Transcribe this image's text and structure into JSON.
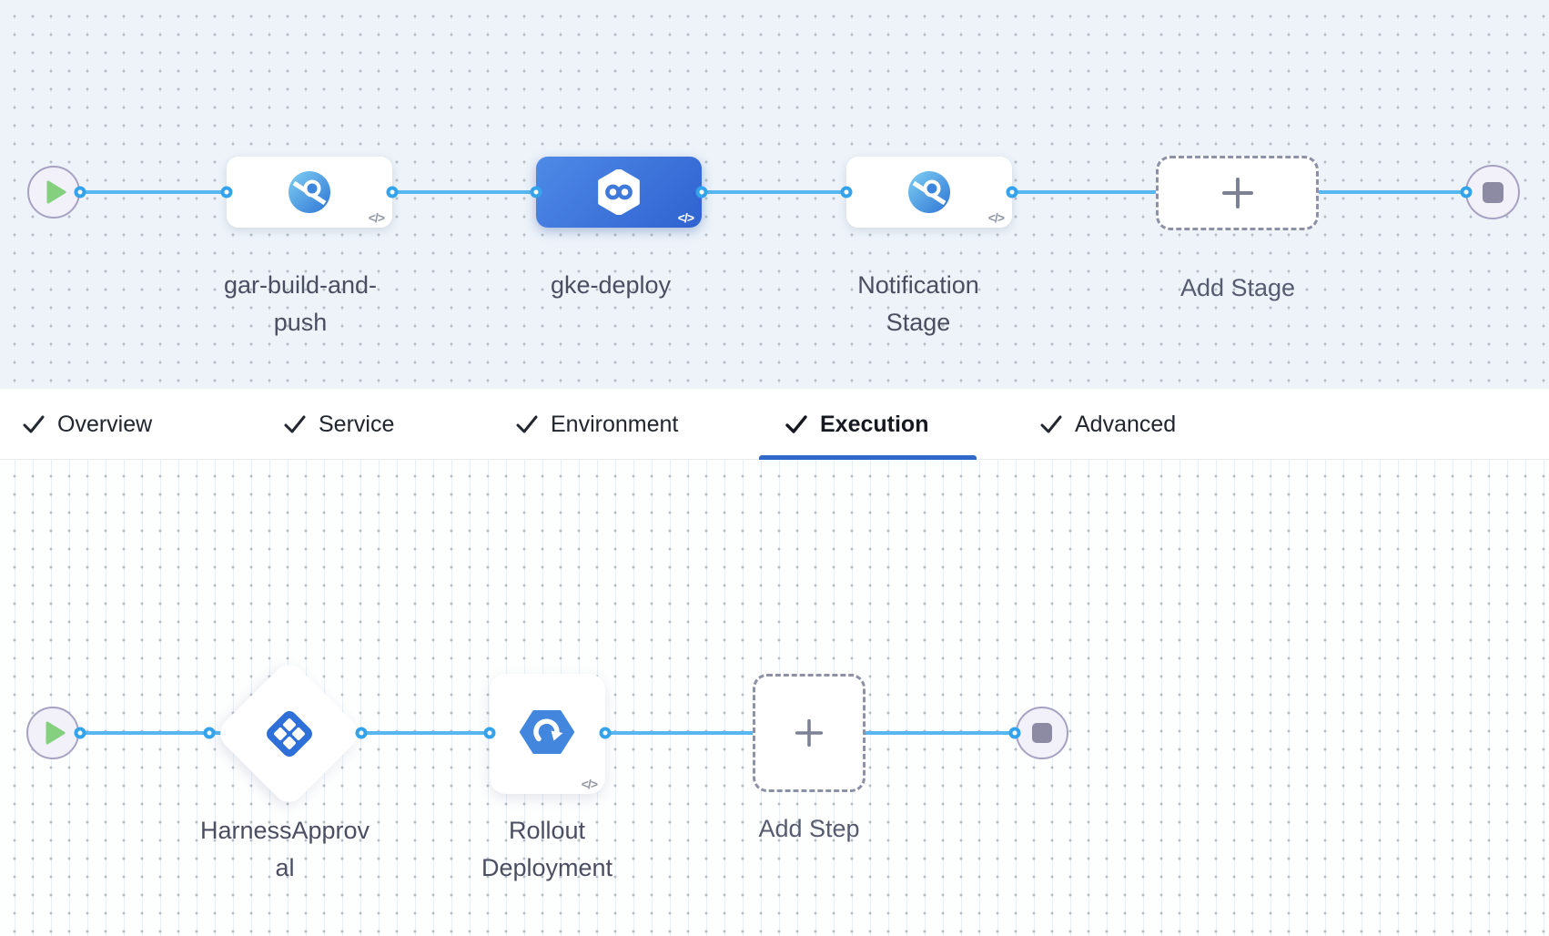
{
  "glyphs": {
    "code": "</>"
  },
  "stage_pipeline": {
    "start_icon": "play-icon",
    "end_icon": "stop-icon",
    "stages": [
      {
        "label": "gar-build-and-push",
        "icon": "ci-build-icon",
        "selected": false,
        "has_code_toggle": true
      },
      {
        "label": "gke-deploy",
        "icon": "cd-deploy-icon",
        "selected": true,
        "has_code_toggle": true
      },
      {
        "label": "Notification Stage",
        "icon": "ci-build-icon",
        "selected": false,
        "has_code_toggle": true
      }
    ],
    "add_stage_label": "Add Stage"
  },
  "tabs": {
    "items": [
      {
        "label": "Overview",
        "checked": true,
        "active": false
      },
      {
        "label": "Service",
        "checked": true,
        "active": false
      },
      {
        "label": "Environment",
        "checked": true,
        "active": false
      },
      {
        "label": "Execution",
        "checked": true,
        "active": true
      },
      {
        "label": "Advanced",
        "checked": true,
        "active": false
      }
    ]
  },
  "execution_pipeline": {
    "start_icon": "play-icon",
    "end_icon": "stop-icon",
    "steps": [
      {
        "label": "HarnessApproval",
        "icon": "harness-approval-icon",
        "shape": "diamond",
        "has_code_toggle": false
      },
      {
        "label": "Rollout Deployment",
        "icon": "rollout-deployment-icon",
        "shape": "square",
        "has_code_toggle": true
      }
    ],
    "add_step_label": "Add Step"
  },
  "colors": {
    "canvas_top_bg": "#edf3f9",
    "canvas_bottom_bg": "#fdfefe",
    "grid_dot": "#b4bac2",
    "edge_blue": "#58b6f0",
    "port_blue": "#35a3eb",
    "selected_stage_gradient": [
      "#4e8ae6",
      "#2f62d0"
    ],
    "terminal_fill": "#f2f0f8",
    "terminal_border": "#a7a2c2",
    "play_green": "#84d07f",
    "stop_gray": "#8d8aa3",
    "label_text": "#4a4e60",
    "tab_text": "#21252d",
    "active_tab_underline": "#3168ca",
    "dashed_border": "#8d91a5",
    "icon_blue": "#2e6fd8"
  }
}
